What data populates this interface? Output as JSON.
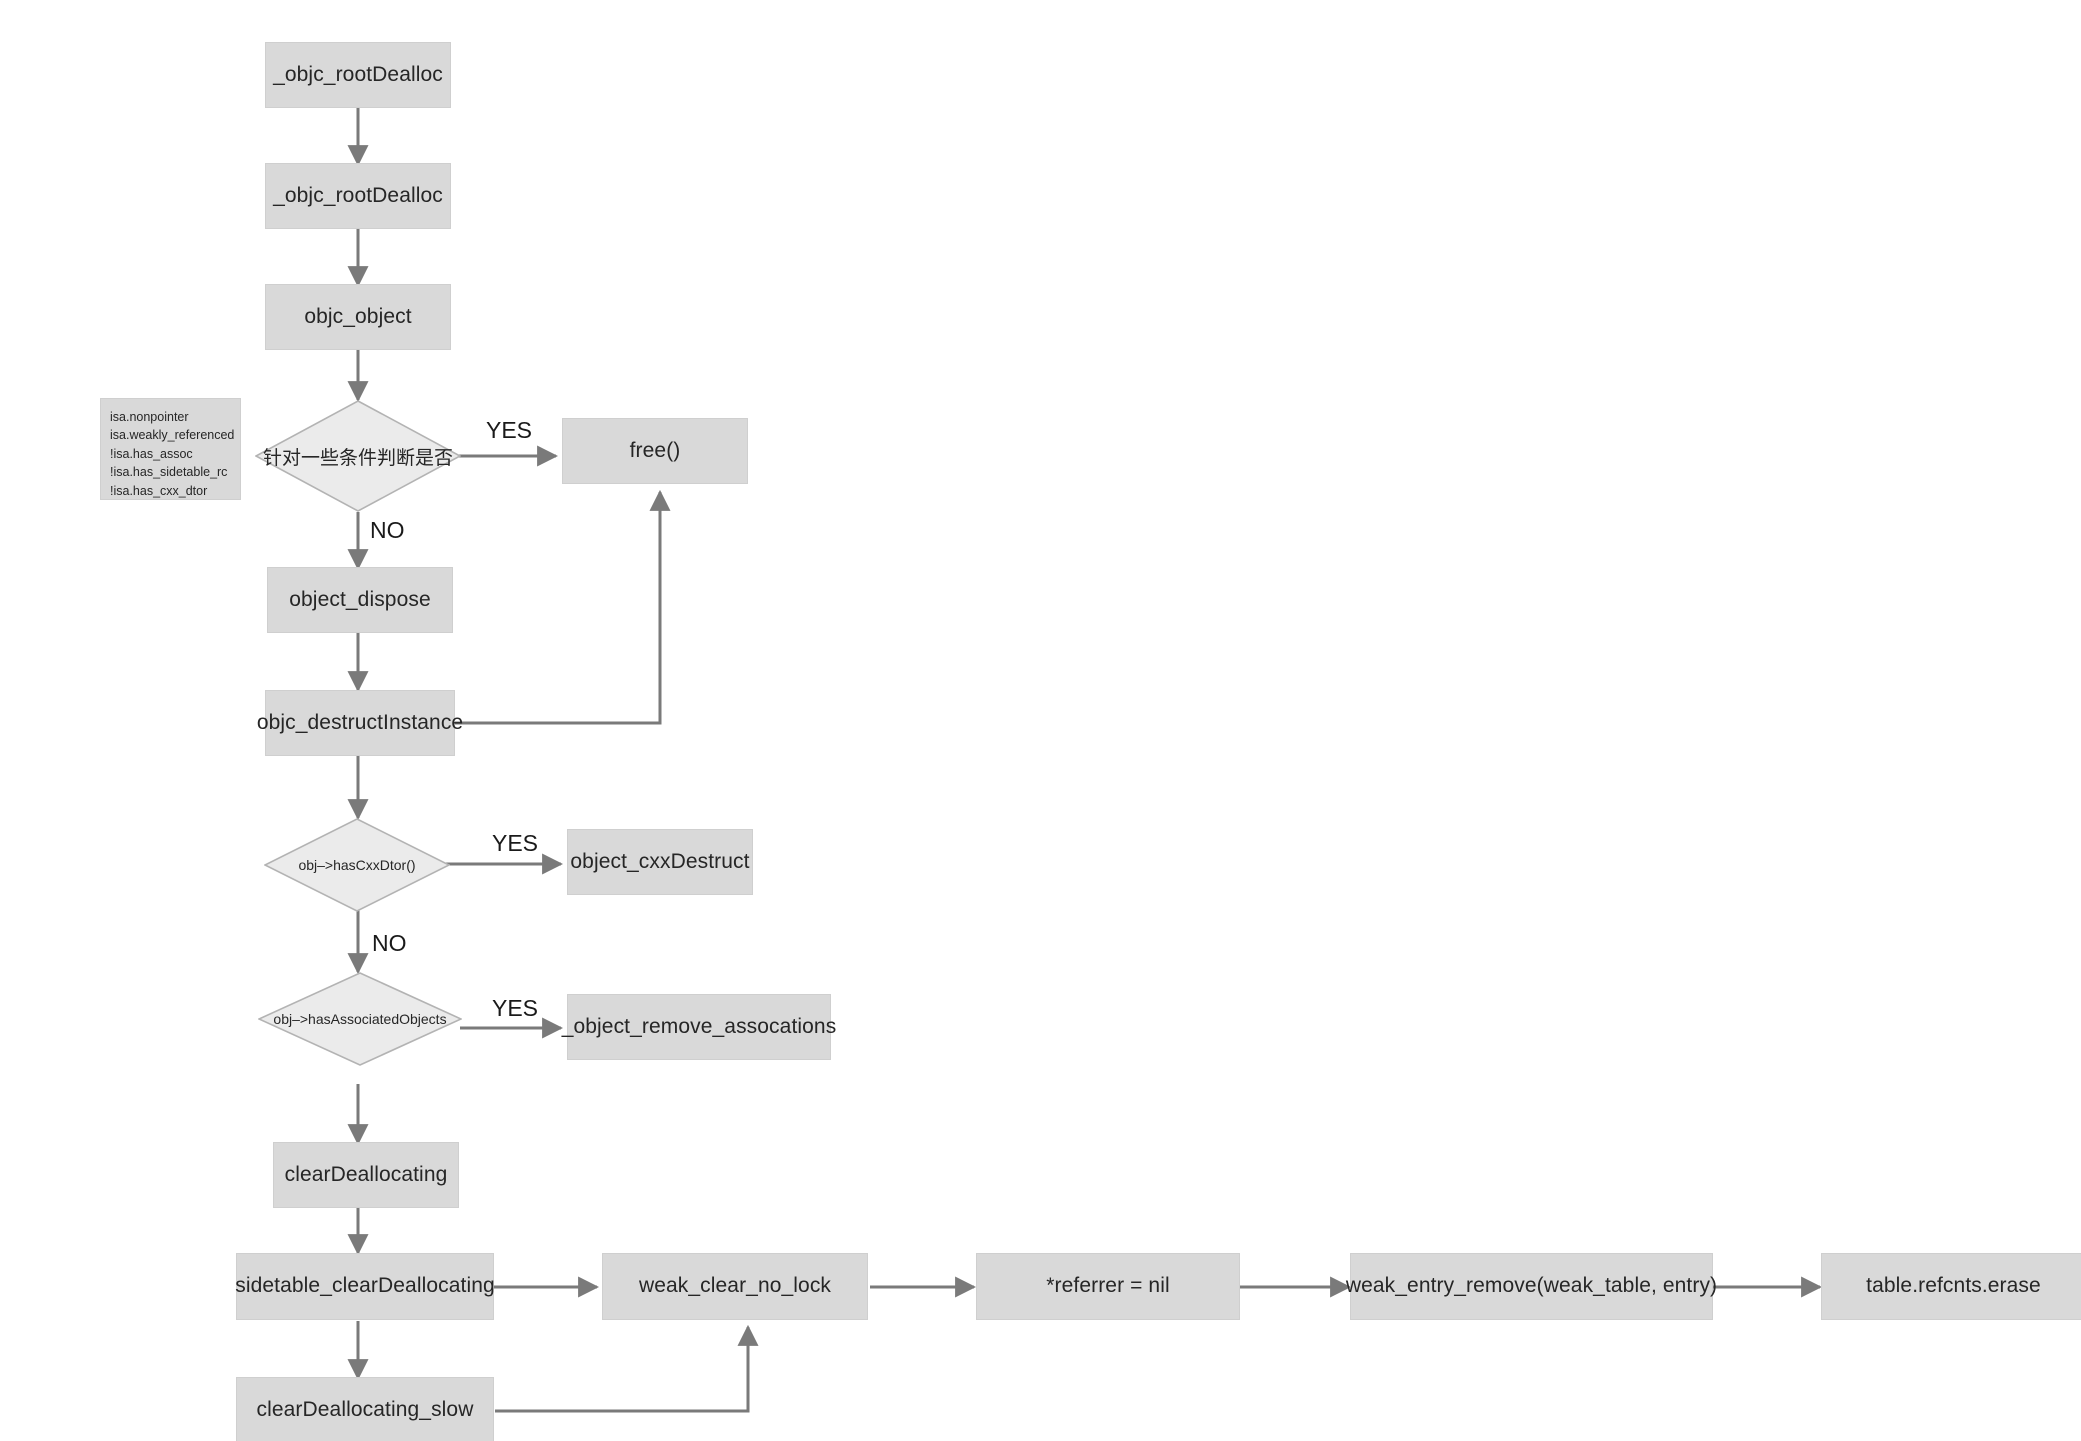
{
  "diagram": {
    "title": "objc_rootDealloc flow",
    "colors": {
      "node_fill": "#d9d9d9",
      "node_stroke": "#cfcfcf",
      "diamond_fill": "#ebebeb",
      "diamond_stroke": "#b3b3b3",
      "edge": "#7a7a7a",
      "text": "#262626",
      "background": "#ffffff"
    },
    "nodes": {
      "root_dealloc_1": "_objc_rootDealloc",
      "root_dealloc_2": "_objc_rootDealloc",
      "objc_object": "objc_object",
      "free": "free()",
      "object_dispose": "object_dispose",
      "objc_destruct_instance": "objc_destructInstance",
      "object_cxx_destruct": "object_cxxDestruct",
      "object_remove_assocations": "_object_remove_assocations",
      "clear_deallocating": "clearDeallocating",
      "sidetable_clear_deallocating": "sidetable_clearDeallocating",
      "clear_deallocating_slow": "clearDeallocating_slow",
      "weak_clear_no_lock": "weak_clear_no_lock",
      "referrer_nil": "*referrer = nil",
      "weak_entry_remove": "weak_entry_remove(weak_table, entry)",
      "table_refcnts_erase": "table.refcnts.erase"
    },
    "decisions": {
      "condition_check": "针对一些条件判断是否",
      "has_cxx_dtor": "obj–>hasCxxDtor()",
      "has_associated_objects": "obj–>hasAssociatedObjects"
    },
    "note": {
      "text": "isa.nonpointer\nisa.weakly_referenced\n!isa.has_assoc\n!isa.has_sidetable_rc\n!isa.has_cxx_dtor"
    },
    "edge_labels": {
      "yes_1": "YES",
      "no_1": "NO",
      "yes_2": "YES",
      "no_2": "NO",
      "yes_3": "YES"
    }
  }
}
